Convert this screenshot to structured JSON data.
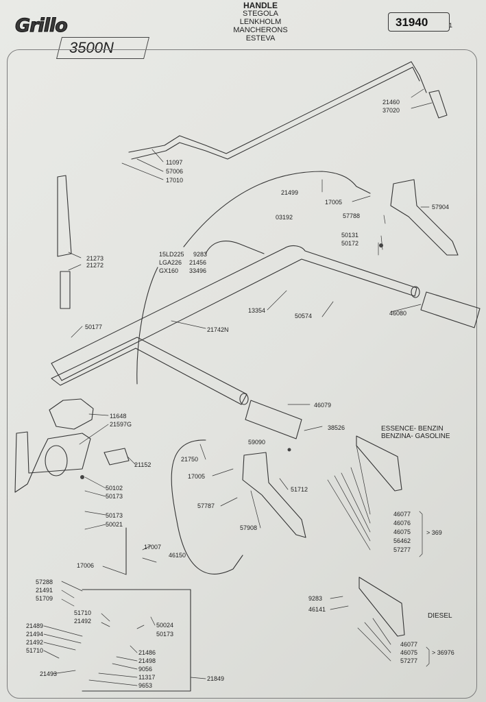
{
  "header": {
    "brand": "Grillo",
    "model": "3500N",
    "title_lines": [
      "HANDLE",
      "STEGOLA",
      "LENKHOLM",
      "MANCHERONS",
      "ESTEVA"
    ],
    "part_number": "31940",
    "page": "1"
  },
  "notes": {
    "fuel_line1": "ESSENCE- BENZIN",
    "fuel_line2": "BENZINA- GASOLINE",
    "diesel": "DIESEL"
  },
  "labels": {
    "p21460": "21460",
    "p37020": "37020",
    "p11097": "11097",
    "p57006": "57006",
    "p17010": "17010",
    "p21499": "21499",
    "p17005a": "17005",
    "p57904": "57904",
    "p03192": "03192",
    "p57788": "57788",
    "p50131": "50131",
    "p50172": "50172",
    "eng1": "15LD225",
    "eng2": "LGA226",
    "eng3": "GX160",
    "p9283a": "9283",
    "p21456": "21456",
    "p33496": "33496",
    "p21273": "21273",
    "p21272": "21272",
    "p13354": "13354",
    "p50574": "50574",
    "p46080": "46080",
    "p50177": "50177",
    "p21742N": "21742N",
    "p46079": "46079",
    "p11648": "11648",
    "p21597G": "21597G",
    "p38526": "38526",
    "p59090": "59090",
    "p21750": "21750",
    "p21152": "21152",
    "p17005b": "17005",
    "p51712": "51712",
    "p50102": "50102",
    "p50173a": "50173",
    "p50173b": "50173",
    "p50021": "50021",
    "p57787": "57787",
    "p57908": "57908",
    "p46077a": "46077",
    "p46076": "46076",
    "p46075a": "46075",
    "p56462": "56462",
    "p57277a": "57277",
    "g369": "369",
    "p17007": "17007",
    "p46150": "46150",
    "p17006": "17006",
    "p57288": "57288",
    "p21491": "21491",
    "p51709": "51709",
    "p51710a": "51710",
    "p21492a": "21492",
    "p21489": "21489",
    "p21494": "21494",
    "p21492b": "21492",
    "p51710b": "51710",
    "p21493": "21493",
    "p50024": "50024",
    "p50173c": "50173",
    "p21486": "21486",
    "p21498": "21498",
    "p9056": "9056",
    "p11317": "11317",
    "p9653": "9653",
    "p21849": "21849",
    "p9283b": "9283",
    "p46141": "46141",
    "p46077b": "46077",
    "p46075b": "46075",
    "p57277b": "57277",
    "g36976": "36976"
  }
}
